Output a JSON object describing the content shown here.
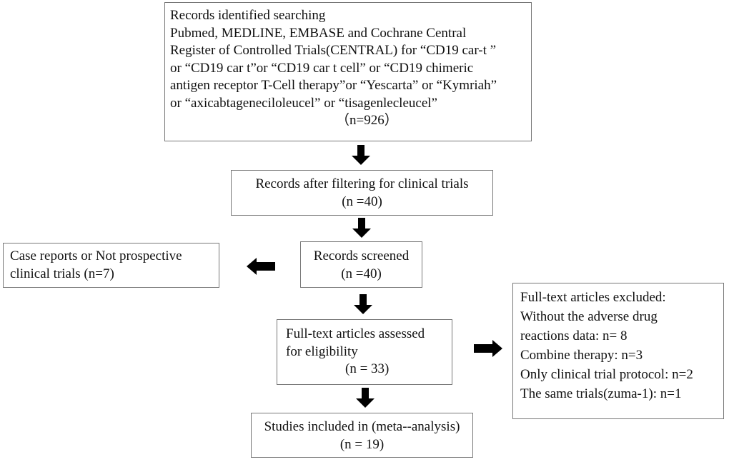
{
  "boxes": {
    "identified": {
      "lines": [
        "Records identified searching",
        "Pubmed, MEDLINE, EMBASE and Cochrane Central",
        "Register of Controlled Trials(CENTRAL) for “CD19 car-t ”",
        "or “CD19 car t”or “CD19 car t cell” or “CD19 chimeric",
        "antigen receptor T-Cell therapy”or “Yescarta” or “Kymriah”",
        "or “axicabtageneciloleucel” or “tisagenlecleucel”"
      ],
      "count": "（n=926）"
    },
    "filtered": {
      "title": "Records after filtering for clinical trials",
      "count": "(n =40)"
    },
    "screened": {
      "title": "Records screened",
      "count": "(n =40)"
    },
    "case_reports": {
      "lines": [
        "Case reports or Not prospective",
        "clinical trials  (n=7)"
      ]
    },
    "assessed": {
      "lines": [
        "Full-text articles assessed",
        "for eligibility"
      ],
      "count": "(n = 33)"
    },
    "excluded": {
      "lines": [
        "Full-text articles excluded:",
        "Without the adverse drug",
        "reactions data: n= 8",
        "Combine therapy: n=3",
        "Only clinical trial protocol: n=2",
        "The same trials(zuma-1): n=1"
      ]
    },
    "included": {
      "title": "Studies included in (meta--analysis)",
      "count": "(n = 19)"
    }
  }
}
